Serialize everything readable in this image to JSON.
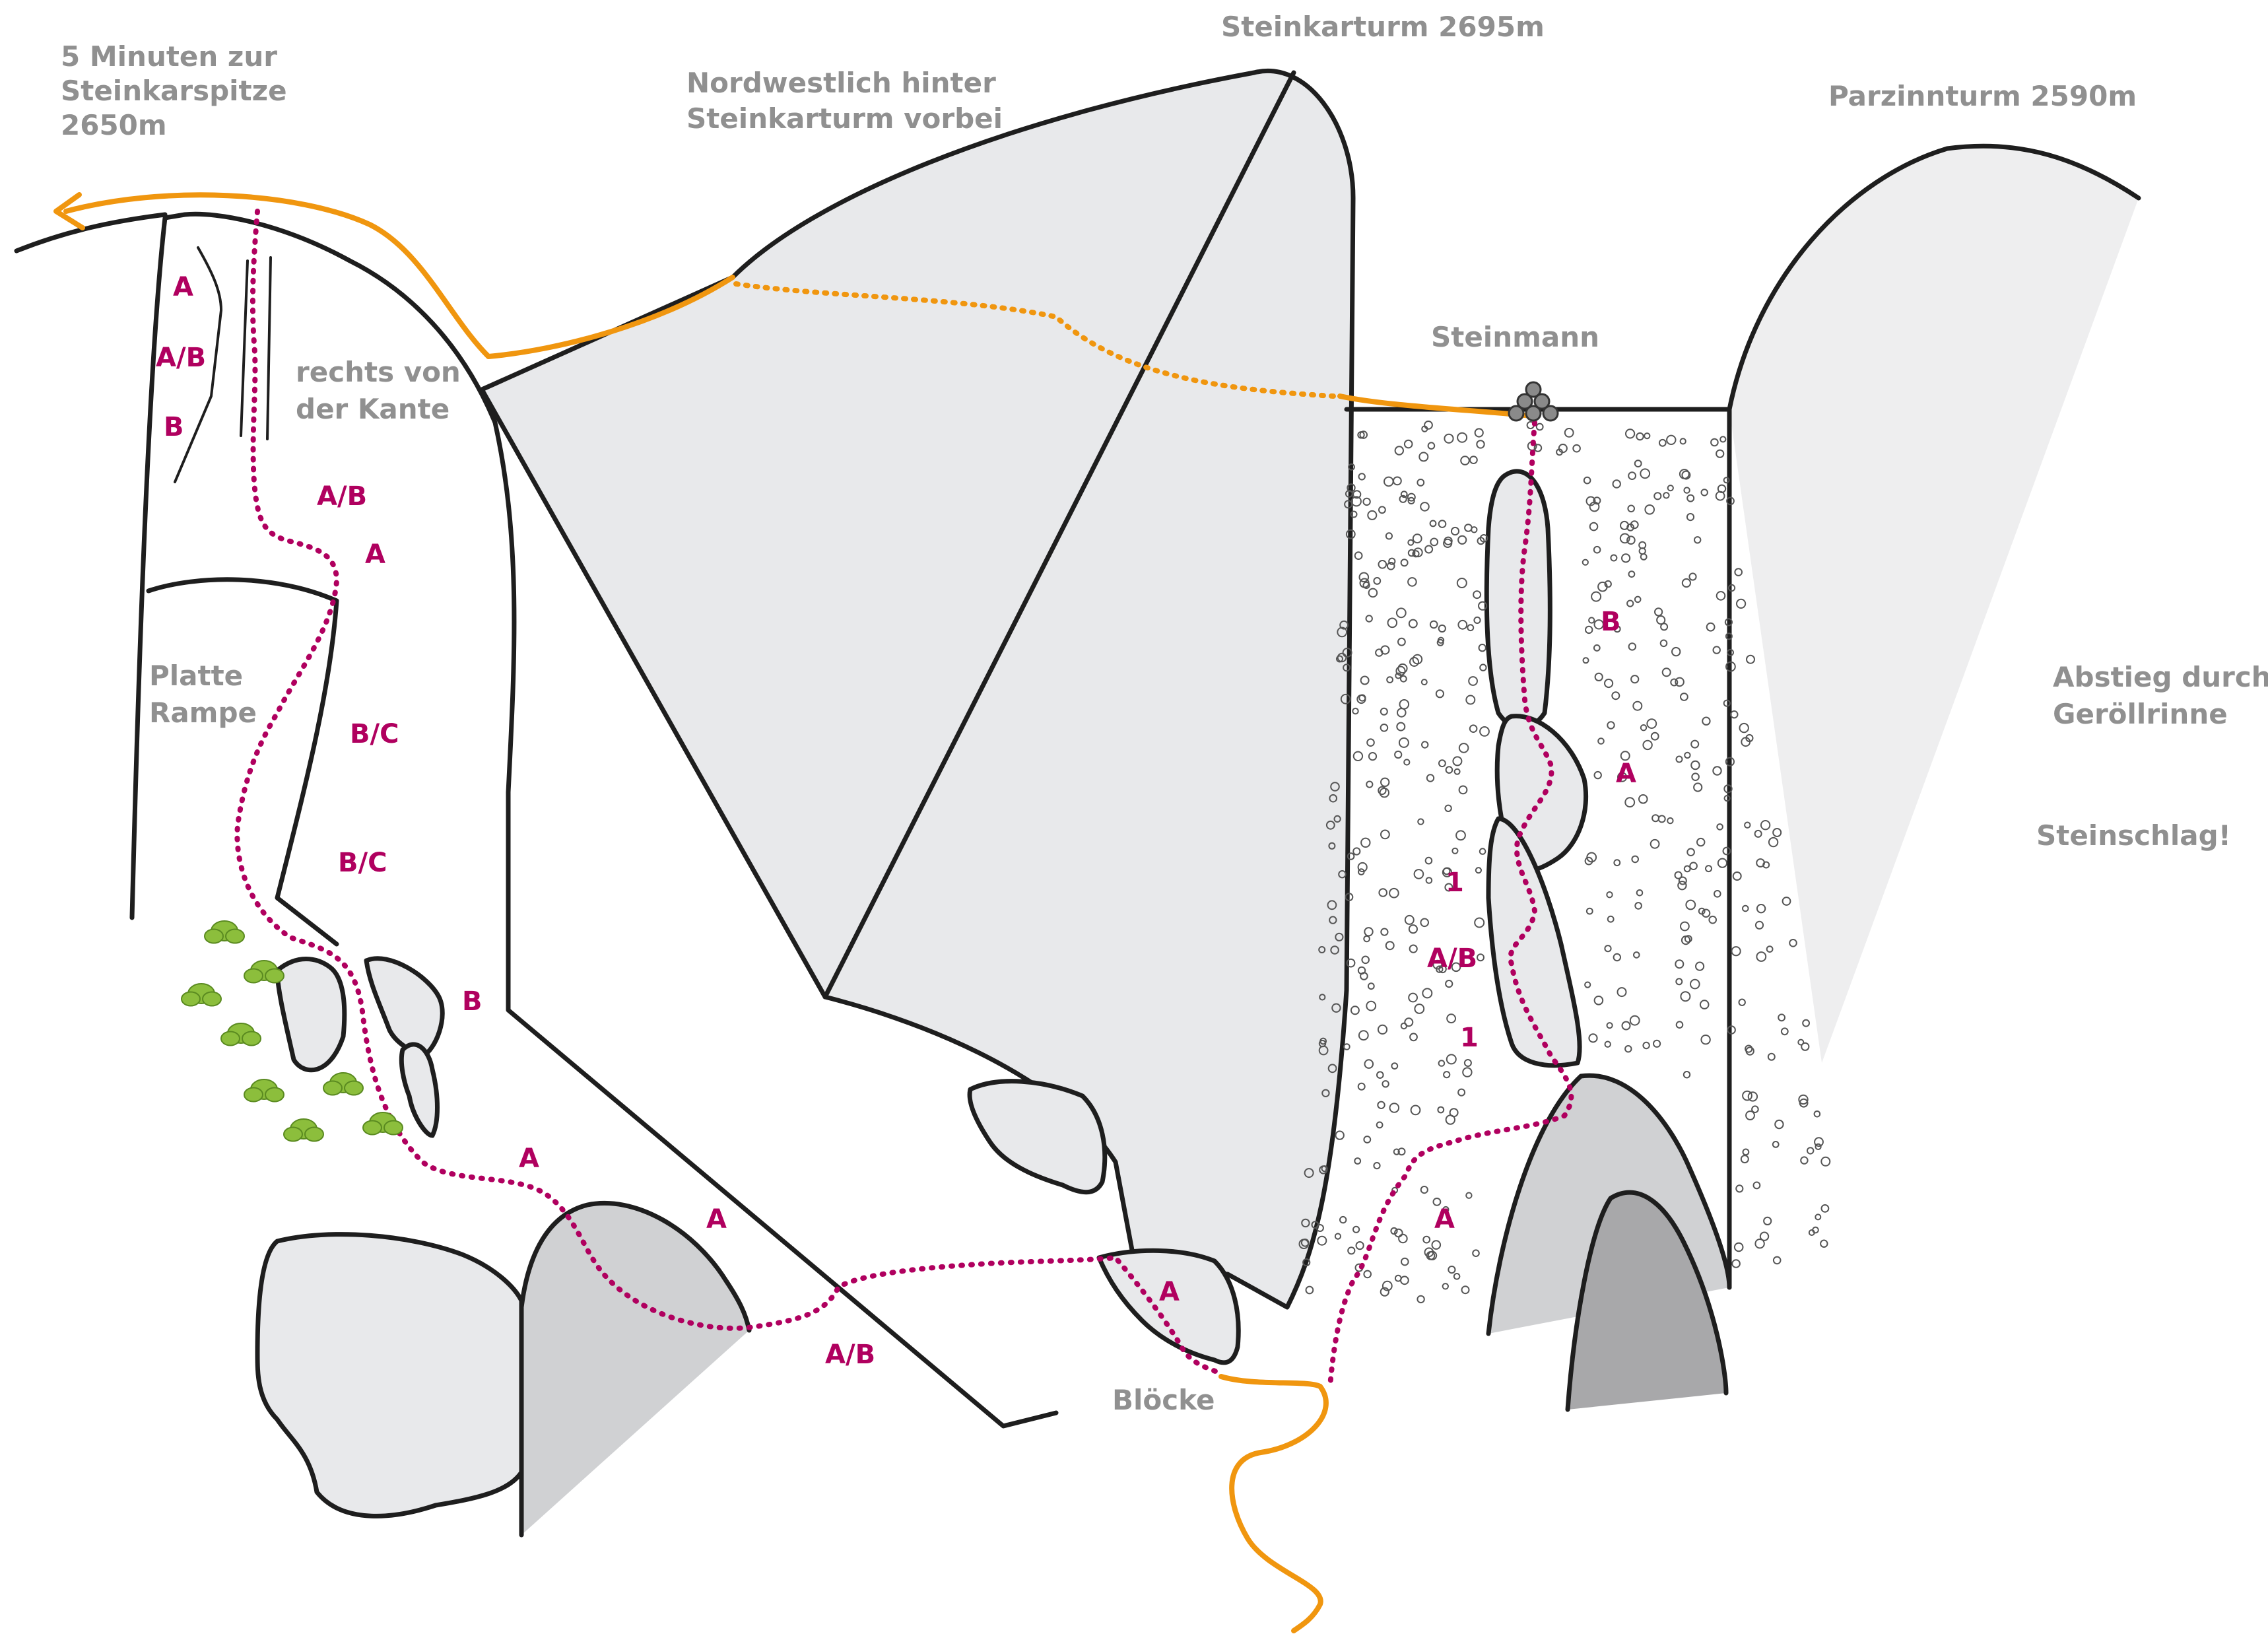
{
  "labels": {
    "steinkarspitze": [
      "5 Minuten zur",
      "Steinkarspitze",
      "2650m"
    ],
    "nordwestlich": [
      "Nordwestlich hinter",
      "Steinkarturm vorbei"
    ],
    "steinkarturm": "Steinkarturm 2695m",
    "parzinnturm": "Parzinnturm 2590m",
    "steinmann": "Steinmann",
    "rechts_kante": [
      "rechts von",
      "der Kante"
    ],
    "platte_rampe": [
      "Platte",
      "Rampe"
    ],
    "abstieg": [
      "Abstieg durch",
      "Geröllrinne"
    ],
    "steinschlag": "Steinschlag!",
    "bloecke": "Blöcke"
  },
  "grades": {
    "left_a1": "A",
    "left_ab1": "A/B",
    "left_b1": "B",
    "left_ab2": "A/B",
    "left_a2": "A",
    "left_bc1": "B/C",
    "left_bc2": "B/C",
    "left_b2": "B",
    "low_a1": "A",
    "low_a2": "A",
    "low_ab": "A/B",
    "block_a": "A",
    "gully_b": "B",
    "gully_a1": "A",
    "gully_1a": "1",
    "gully_ab": "A/B",
    "gully_1b": "1",
    "gully_a2": "A"
  },
  "colors": {
    "route": "#b0005f",
    "path": "#f0960f",
    "rock": "#e8e9eb",
    "rock_shadow": "#d0d1d3",
    "rock_dark": "#a8a8aa",
    "bush": "#8cbe3c"
  },
  "icons": {
    "cairn": "cairn-icon",
    "bush": "bush-icon",
    "arrow": "arrow-left-icon"
  }
}
